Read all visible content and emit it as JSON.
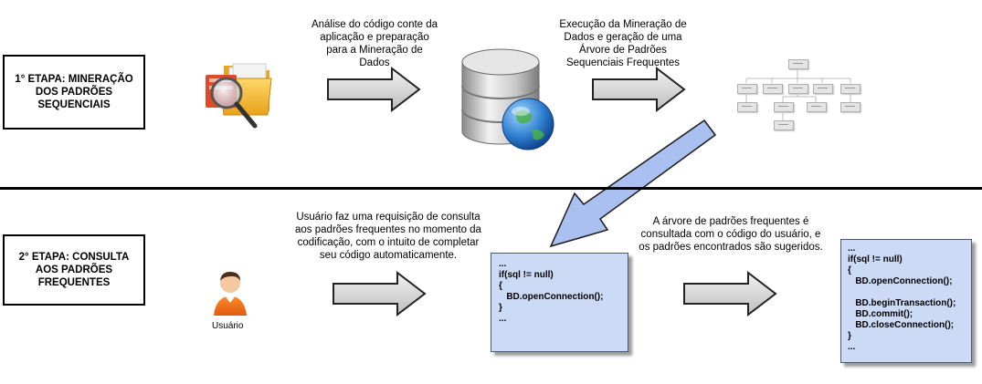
{
  "stage1": {
    "label": "1° ETAPA: MINERAÇÃO\nDOS PADRÕES\nSEQUENCIAIS"
  },
  "stage2": {
    "label": "2° ETAPA: CONSULTA\nAOS PADRÕES\nFREQUENTES"
  },
  "captions": {
    "analysis": "Análise do código conte da\naplicação e preparação\npara a Mineração de\nDados",
    "mining": "Execução da Mineração de\nDados e geração de uma\nÁrvore de Padrões\nSequenciais Frequentes",
    "request": "Usuário faz uma requisição de consulta\naos padrões frequentes no momento da\ncodificação, com o intuito de completar\nseu código automaticamente.",
    "tree_query": "A árvore de padrões frequentes é\nconsultada com o código do usuário, e\nos padrões encontrados são sugeridos."
  },
  "user": {
    "label": "Usuário"
  },
  "code_user": {
    "lines": [
      "...",
      "if(sql != null)",
      "{",
      "   BD.openConnection();",
      "}",
      "..."
    ]
  },
  "code_suggested": {
    "lines": [
      "...",
      "if(sql != null)",
      "{",
      "   BD.openConnection();",
      "",
      "   BD.beginTransaction();",
      "   BD.commit();",
      "   BD.closeConnection();",
      "}",
      "..."
    ]
  },
  "icons": [
    "folder-magnifier-icon",
    "database-globe-icon",
    "pattern-tree-icon",
    "user-icon"
  ],
  "colors": {
    "code_box_fill": "#ccdaf6",
    "diagonal_arrow": "#aac0f0",
    "arrow_fill": "#d9d9d9"
  }
}
